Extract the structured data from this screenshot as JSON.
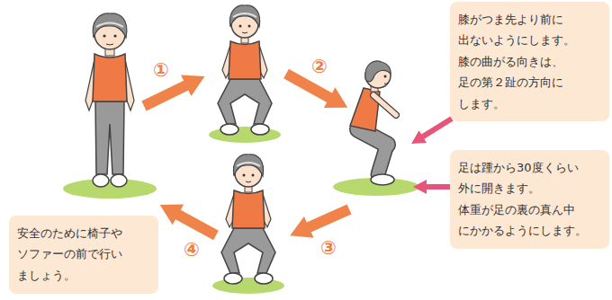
{
  "diagram": {
    "nodes": [
      {
        "text": [
          "膝がつま先より前に 出ないようにします。 膝の曲がる向きは、 足の第２趾の方向に します。"
        ]
      },
      {
        "text": [
          "足は踵から30度くらい 外に開きます。 体重が足の裏の真ん中 にかかるようにします。"
        ]
      },
      {
        "text": [
          "安全のために椅子や ソファーの前で行い ましょう。"
        ]
      }
    ],
    "labels": [
      "①",
      "②",
      "③",
      "④"
    ]
  }
}
